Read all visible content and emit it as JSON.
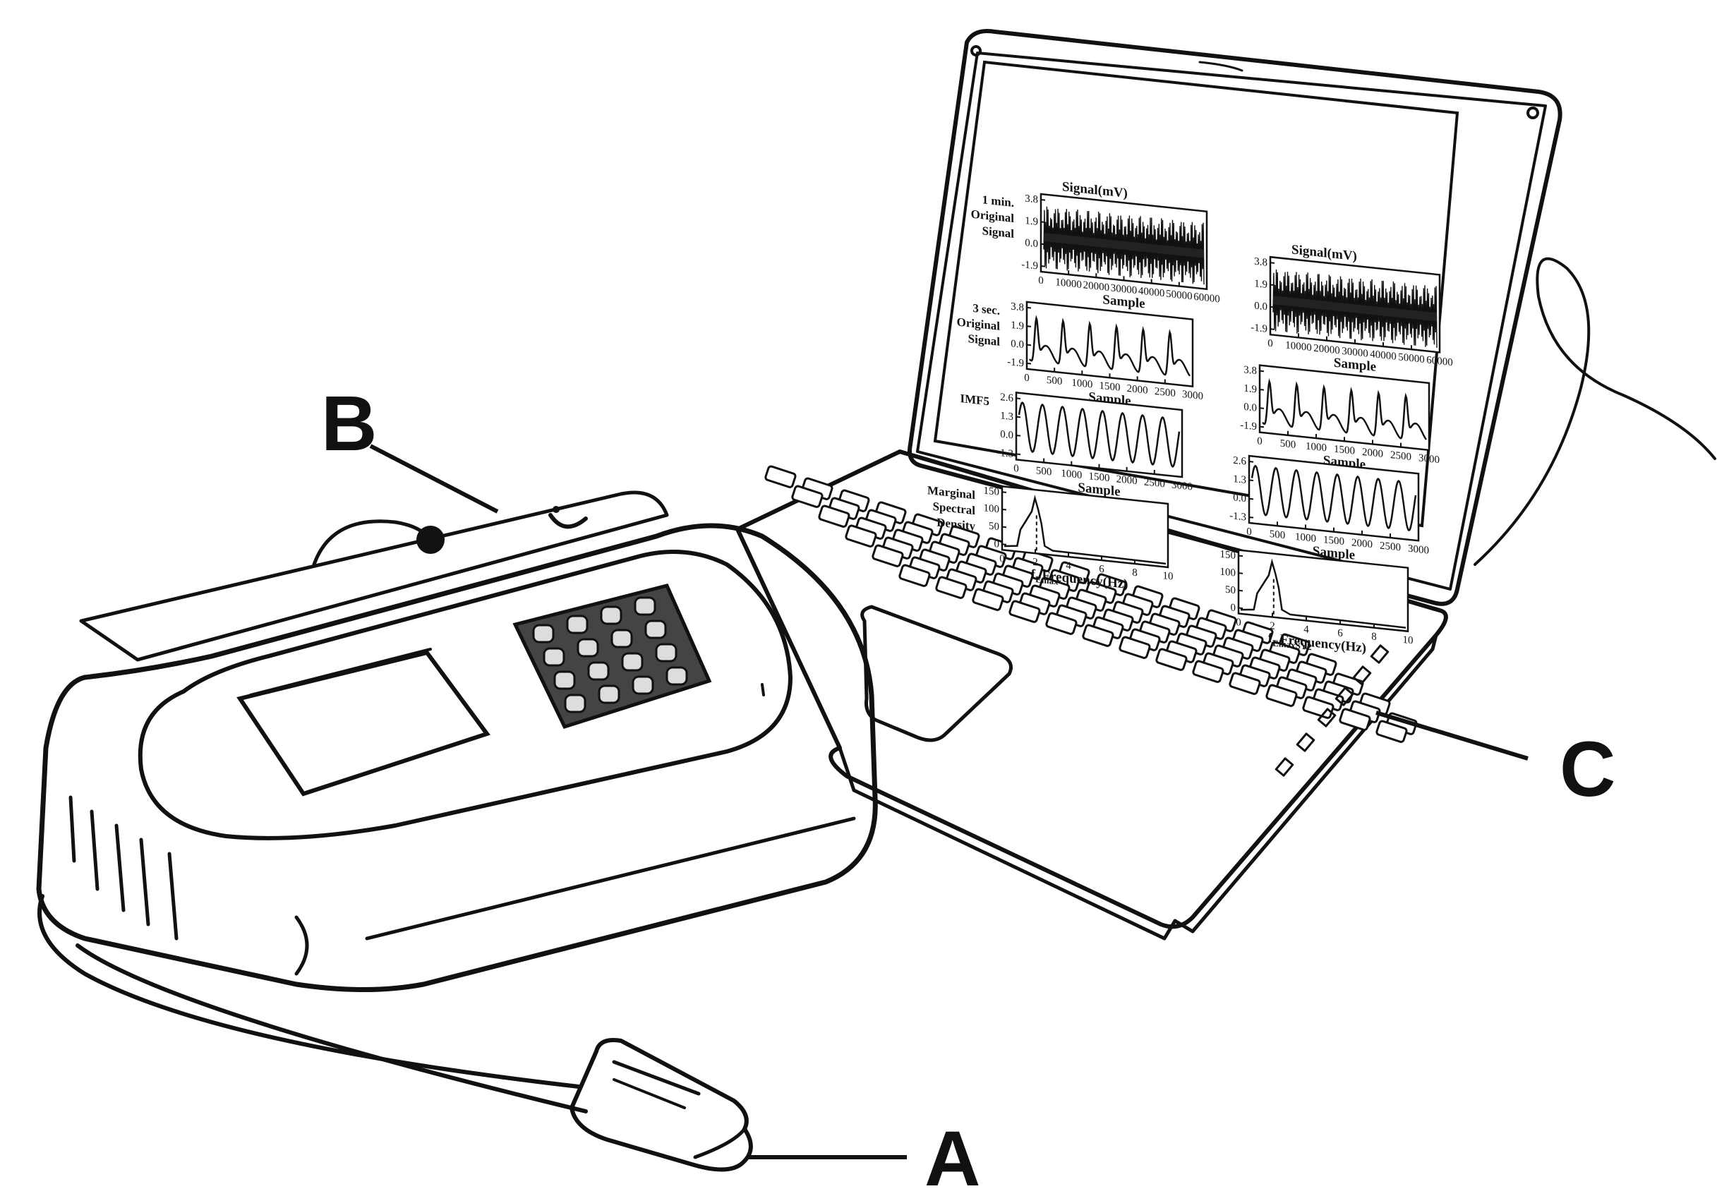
{
  "callouts": {
    "a": "A",
    "b": "B",
    "c": "C"
  },
  "screen": {
    "left": {
      "panel1": {
        "ylabel": "Signal(mV)",
        "side": [
          "1 min.",
          "Original",
          "Signal"
        ],
        "yticks": [
          "3.8",
          "1.9",
          "0.0",
          "-1.9"
        ],
        "xticks": [
          "0",
          "10000",
          "20000",
          "30000",
          "40000",
          "50000",
          "60000"
        ],
        "xlabel": "Sample"
      },
      "panel2": {
        "side": [
          "3 sec.",
          "Original",
          "Signal"
        ],
        "yticks": [
          "3.8",
          "1.9",
          "0.0",
          "-1.9"
        ],
        "xticks": [
          "0",
          "500",
          "1000",
          "1500",
          "2000",
          "2500",
          "3000"
        ],
        "xlabel": "Sample"
      },
      "panel3": {
        "side": [
          "IMF5"
        ],
        "yticks": [
          "2.6",
          "1.3",
          "0.0",
          "-1.3"
        ],
        "xticks": [
          "0",
          "500",
          "1000",
          "1500",
          "2000",
          "2500",
          "3000"
        ],
        "xlabel": "Sample"
      },
      "panel4": {
        "side": [
          "Marginal",
          "Spectral",
          "Density"
        ],
        "yticks": [
          "150",
          "100",
          "50",
          "0"
        ],
        "xticks": [
          "0",
          "2",
          "4",
          "6",
          "8",
          "10"
        ],
        "marker": "f",
        "marker_sub": "Emax",
        "xlabel": "Frequency(Hz)"
      }
    },
    "right": {
      "panel1": {
        "ylabel": "Signal(mV)",
        "yticks": [
          "3.8",
          "1.9",
          "0.0",
          "-1.9"
        ],
        "xticks": [
          "0",
          "10000",
          "20000",
          "30000",
          "40000",
          "50000",
          "60000"
        ],
        "xlabel": "Sample"
      },
      "panel2": {
        "yticks": [
          "3.8",
          "1.9",
          "0.0",
          "-1.9"
        ],
        "xticks": [
          "0",
          "500",
          "1000",
          "1500",
          "2000",
          "2500",
          "3000"
        ],
        "xlabel": "Sample"
      },
      "panel3": {
        "yticks": [
          "2.6",
          "1.3",
          "0.0",
          "-1.3"
        ],
        "xticks": [
          "0",
          "500",
          "1000",
          "1500",
          "2000",
          "2500",
          "3000"
        ],
        "xlabel": "Sample"
      },
      "panel4": {
        "yticks": [
          "150",
          "100",
          "50",
          "0"
        ],
        "xticks": [
          "0",
          "2",
          "4",
          "6",
          "8",
          "10"
        ],
        "marker": "f",
        "marker_sub": "EmaxSY2",
        "xlabel": "Frequency(Hz)"
      }
    }
  }
}
